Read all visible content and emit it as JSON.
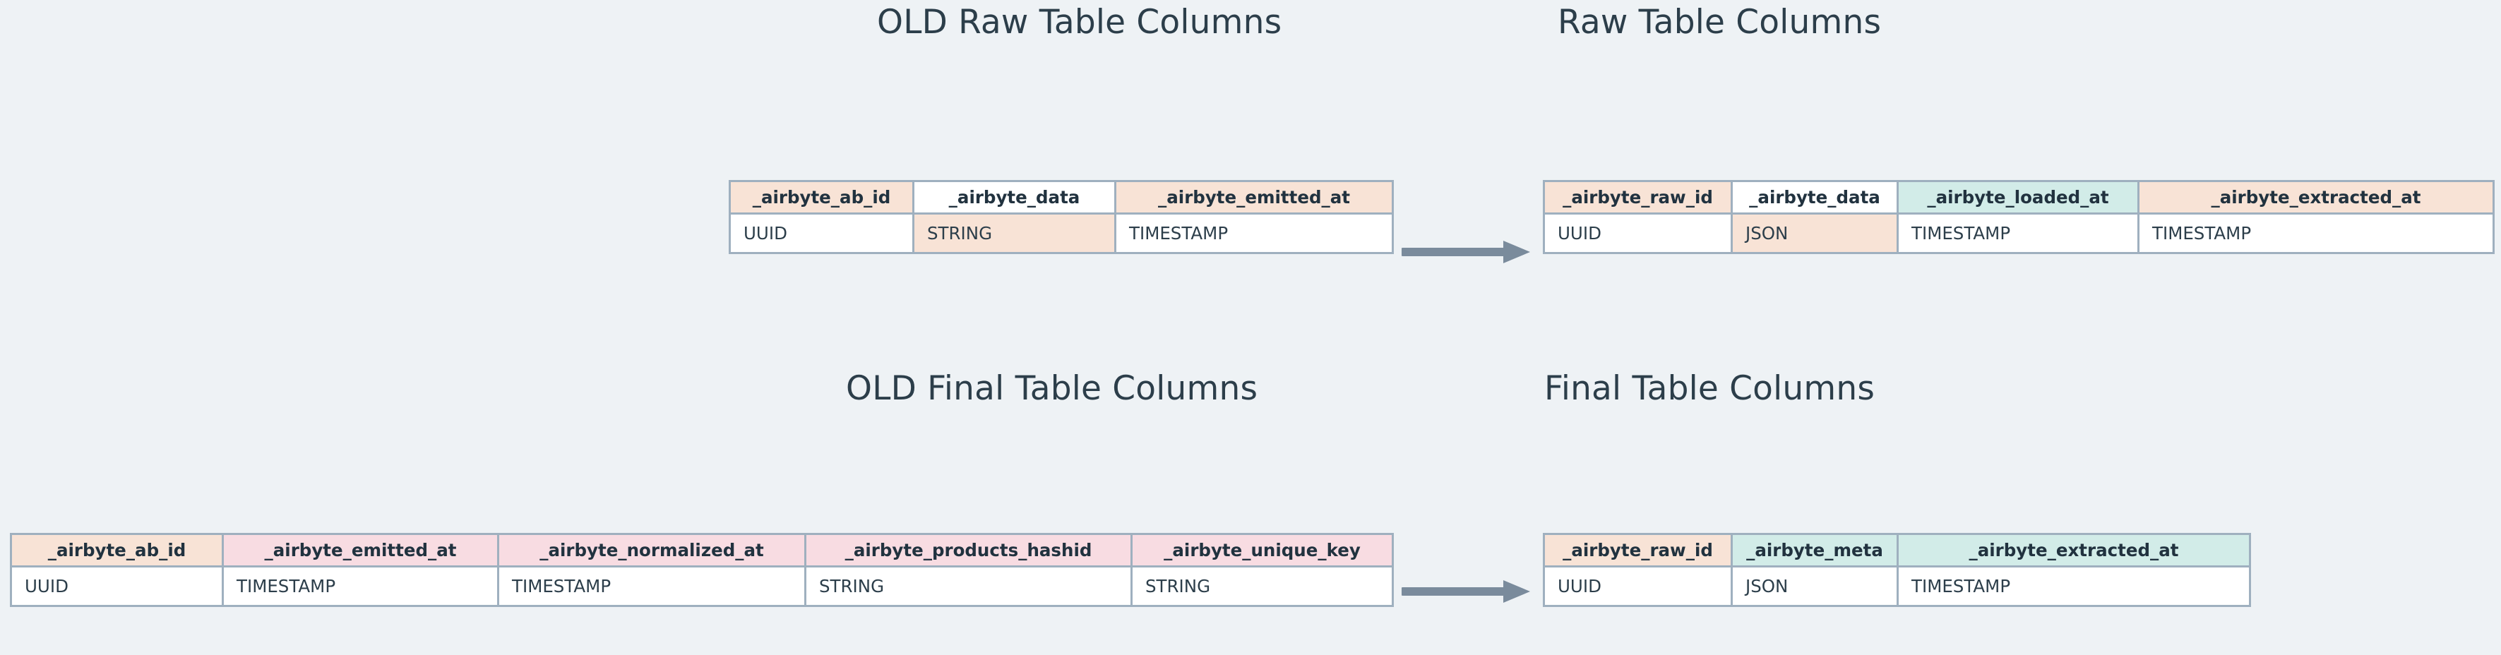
{
  "page": {
    "background_color": "#eef2f5",
    "text_color": "#2c3e4a",
    "border_color": "#9fb0bf"
  },
  "legend_colors": {
    "unchanged": "#ffffff",
    "renamed_or_retained": "#f8e3d6",
    "removed": "#f8dce2",
    "added": "#d2ece8"
  },
  "sections": {
    "old_raw": {
      "title": "OLD Raw Table Columns",
      "columns": [
        {
          "name": "_airbyte_ab_id",
          "type": "UUID",
          "header_color": "peach",
          "type_color": "white"
        },
        {
          "name": "_airbyte_data",
          "type": "STRING",
          "header_color": "white",
          "type_color": "peach"
        },
        {
          "name": "_airbyte_emitted_at",
          "type": "TIMESTAMP",
          "header_color": "peach",
          "type_color": "white"
        }
      ]
    },
    "new_raw": {
      "title": "Raw Table Columns",
      "columns": [
        {
          "name": "_airbyte_raw_id",
          "type": "UUID",
          "header_color": "peach",
          "type_color": "white"
        },
        {
          "name": "_airbyte_data",
          "type": "JSON",
          "header_color": "white",
          "type_color": "peach"
        },
        {
          "name": "_airbyte_loaded_at",
          "type": "TIMESTAMP",
          "header_color": "teal",
          "type_color": "white"
        },
        {
          "name": "_airbyte_extracted_at",
          "type": "TIMESTAMP",
          "header_color": "peach",
          "type_color": "white"
        }
      ]
    },
    "old_final": {
      "title": "OLD Final Table Columns",
      "columns": [
        {
          "name": "_airbyte_ab_id",
          "type": "UUID",
          "header_color": "peach",
          "type_color": "white"
        },
        {
          "name": "_airbyte_emitted_at",
          "type": "TIMESTAMP",
          "header_color": "pink",
          "type_color": "white"
        },
        {
          "name": "_airbyte_normalized_at",
          "type": "TIMESTAMP",
          "header_color": "pink",
          "type_color": "white"
        },
        {
          "name": "_airbyte_products_hashid",
          "type": "STRING",
          "header_color": "pink",
          "type_color": "white"
        },
        {
          "name": "_airbyte_unique_key",
          "type": "STRING",
          "header_color": "pink",
          "type_color": "white"
        }
      ]
    },
    "new_final": {
      "title": "Final Table Columns",
      "columns": [
        {
          "name": "_airbyte_raw_id",
          "type": "UUID",
          "header_color": "peach",
          "type_color": "white"
        },
        {
          "name": "_airbyte_meta",
          "type": "JSON",
          "header_color": "teal",
          "type_color": "white"
        },
        {
          "name": "_airbyte_extracted_at",
          "type": "TIMESTAMP",
          "header_color": "teal",
          "type_color": "white"
        }
      ]
    }
  },
  "arrows": [
    {
      "name": "raw-transition-arrow",
      "direction": "right",
      "color": "#7a8b9c"
    },
    {
      "name": "final-transition-arrow",
      "direction": "right",
      "color": "#7a8b9c"
    }
  ]
}
